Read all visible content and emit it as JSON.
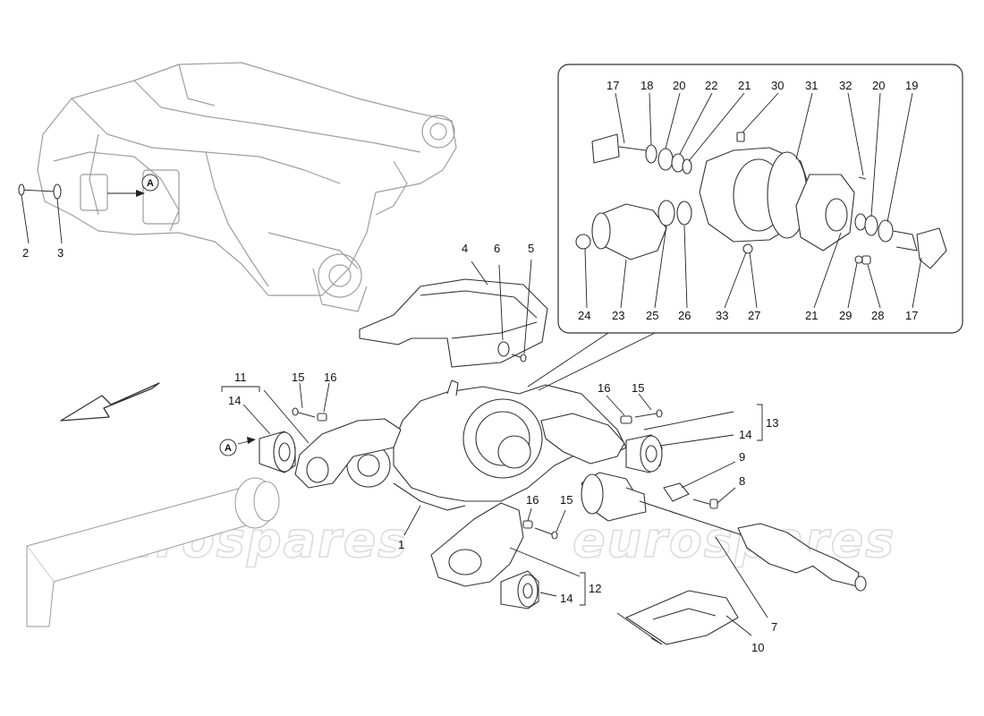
{
  "watermark": {
    "text": "eurospares"
  },
  "reference_marker": {
    "letter": "A"
  },
  "callouts": {
    "c1": "1",
    "c2": "2",
    "c3": "3",
    "c4": "4",
    "c5": "5",
    "c6": "6",
    "c7": "7",
    "c8": "8",
    "c9": "9",
    "c10": "10",
    "c11": "11",
    "c12": "12",
    "c13": "13",
    "c14a": "14",
    "c14b": "14",
    "c14c": "14",
    "c15a": "15",
    "c15b": "15",
    "c15c": "15",
    "c16a": "16",
    "c16b": "16",
    "c16c": "16"
  },
  "inset_callouts": {
    "i17a": "17",
    "i18": "18",
    "i20a": "20",
    "i22": "22",
    "i21a": "21",
    "i30": "30",
    "i31": "31",
    "i32": "32",
    "i20b": "20",
    "i19": "19",
    "i24": "24",
    "i23": "23",
    "i25": "25",
    "i26": "26",
    "i33": "33",
    "i27": "27",
    "i21b": "21",
    "i29": "29",
    "i28": "28",
    "i17b": "17"
  }
}
